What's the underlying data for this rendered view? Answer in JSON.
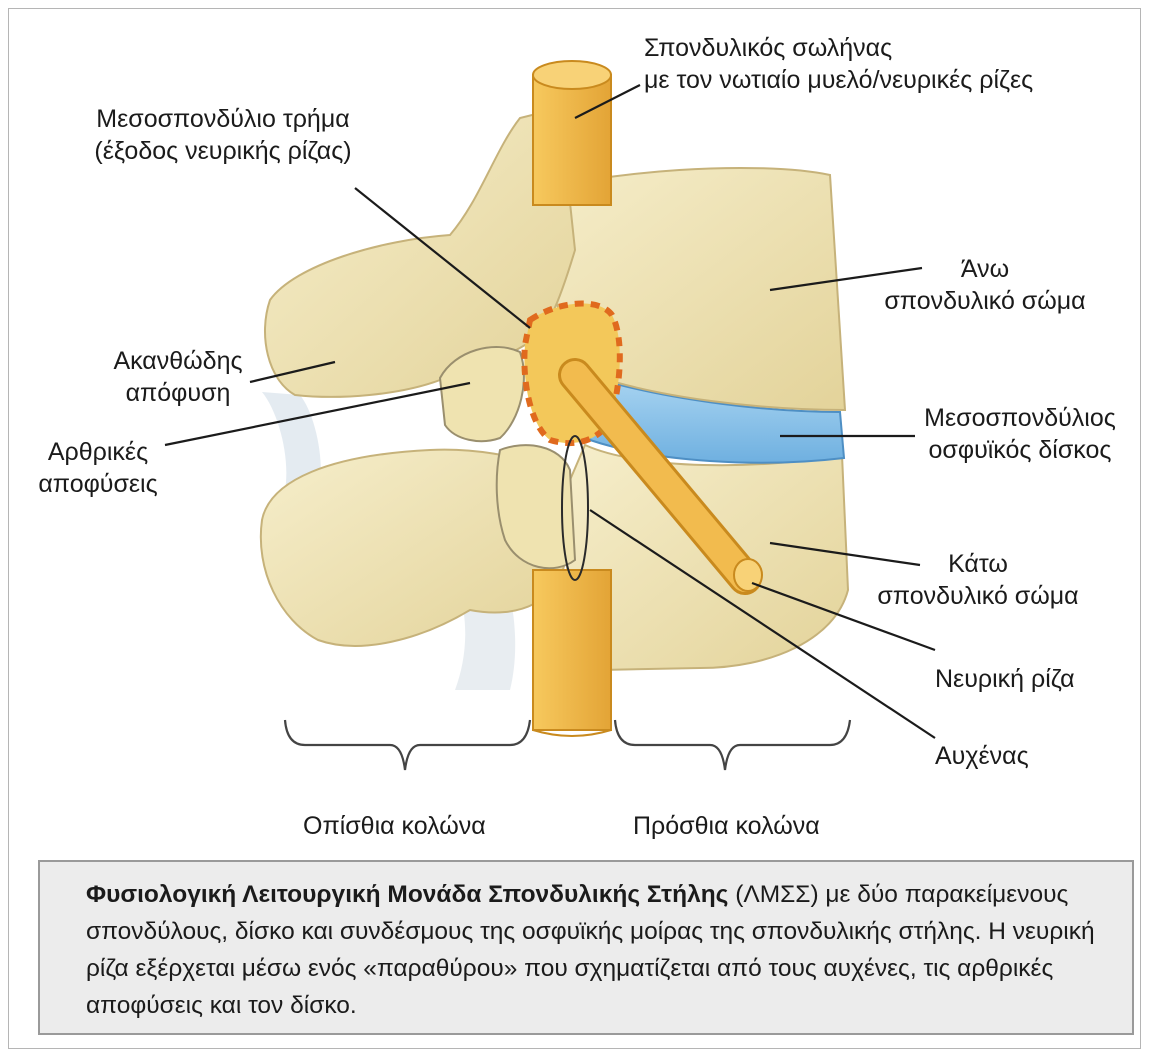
{
  "labels": {
    "canal": [
      "Σπονδυλικός σωλήνας",
      "με τον νωτιαίο μυελό/νευρικές ρίζες"
    ],
    "foramen": [
      "Μεσοσπονδύλιο τρήμα",
      "(έξοδος νευρικής ρίζας)"
    ],
    "upper_body": [
      "Άνω",
      "σπονδυλικό σώμα"
    ],
    "spinous": [
      "Ακανθώδης",
      "απόφυση"
    ],
    "disc": [
      "Μεσοσπονδύλιος",
      "οσφυϊκός δίσκος"
    ],
    "articular": [
      "Αρθρικές",
      "αποφύσεις"
    ],
    "lower_body": [
      "Κάτω",
      "σπονδυλικό σώμα"
    ],
    "nerve_root": "Νευρική ρίζα",
    "neck": "Αυχένας",
    "posterior": "Οπίσθια κολώνα",
    "anterior": "Πρόσθια κολώνα"
  },
  "caption": {
    "bold": "Φυσιολογική Λειτουργική Μονάδα Σπονδυλικής Στήλης",
    "text": " (ΛΜΣΣ) με δύο παρακείμενους σπονδύλους, δίσκο και συνδέσμους της οσφυϊκής μοίρας της σπονδυλικής στήλης. Η νευρική ρίζα εξέρχεται μέσω ενός «παραθύρου» που σχηματίζεται από τους αυχένες, τις αρθρικές αποφύσεις και τον δίσκο."
  },
  "colors": {
    "bone": "#f1e6b6",
    "bone_shadow": "#d9c48a",
    "cord": "#f2b94a",
    "disc": "#8cc4ea",
    "foramen_outline": "#e06a1e"
  }
}
